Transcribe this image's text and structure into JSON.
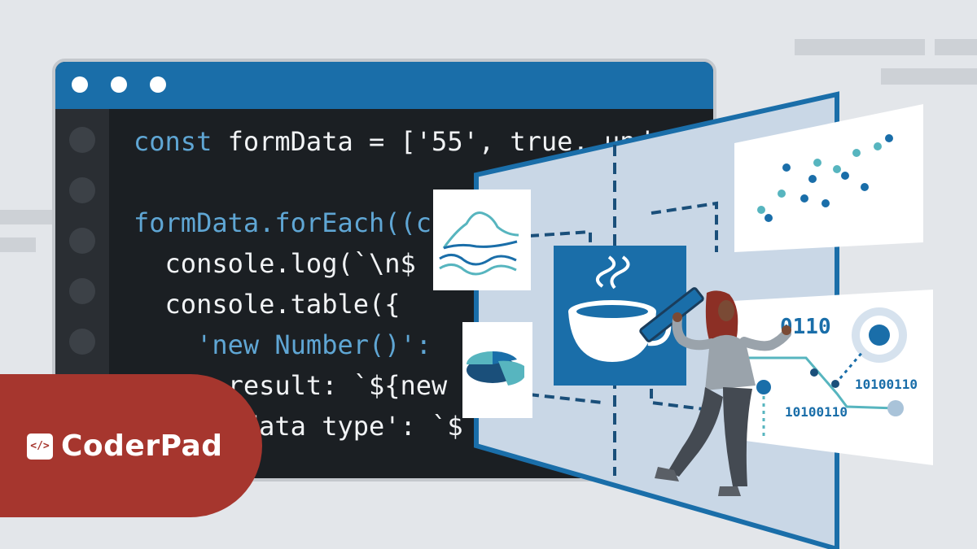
{
  "brand": {
    "name": "CoderPad",
    "icon_glyph": "</>",
    "badge_color": "#a6362e"
  },
  "editor": {
    "accent_color": "#1a6ea9",
    "window_controls": [
      "dot",
      "dot",
      "dot"
    ],
    "code_lines": [
      {
        "indent": "",
        "parts": [
          {
            "t": "const",
            "c": "kw"
          },
          {
            "t": " formData = ['55', true, und",
            "c": "plain"
          }
        ]
      },
      {
        "indent": "",
        "parts": []
      },
      {
        "indent": "",
        "parts": [
          {
            "t": "formData.forEach((c",
            "c": "fn"
          }
        ]
      },
      {
        "indent": "  ",
        "parts": [
          {
            "t": "console.log(`\\n$",
            "c": "plain"
          }
        ]
      },
      {
        "indent": "  ",
        "parts": [
          {
            "t": "console.table({",
            "c": "plain"
          }
        ]
      },
      {
        "indent": "    ",
        "parts": [
          {
            "t": "'new Number()': ",
            "c": "fn"
          }
        ]
      },
      {
        "indent": "      ",
        "parts": [
          {
            "t": "result: `${new",
            "c": "plain"
          }
        ]
      },
      {
        "indent": "      ",
        "parts": [
          {
            "t": "'data type': `$",
            "c": "plain"
          }
        ]
      }
    ]
  },
  "illustration": {
    "binary_top": "0110",
    "binary_mid": "10100110",
    "binary_bottom": "10100110",
    "icons": [
      "coffee-cup-icon",
      "pie-chart-icon",
      "line-chart-icon",
      "scatter-chart-icon",
      "pencil-icon"
    ]
  }
}
